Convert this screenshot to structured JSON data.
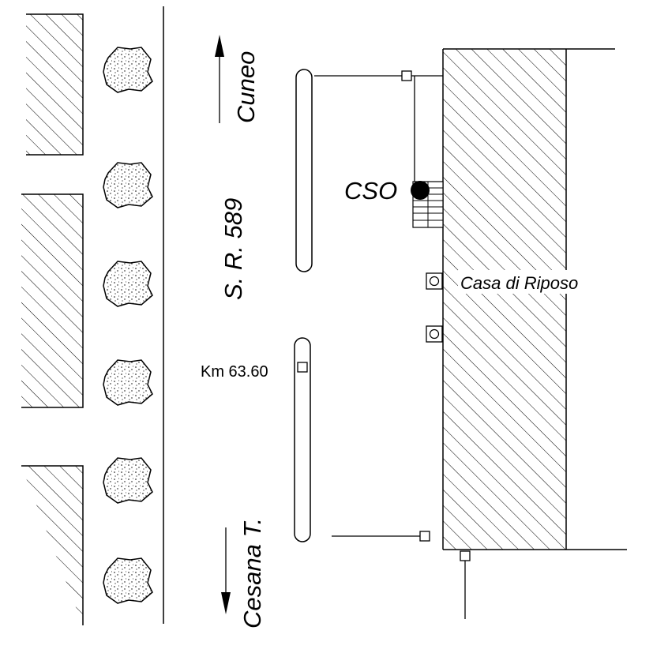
{
  "labels": {
    "direction_north": "Cuneo",
    "direction_south": "Cesana T.",
    "road_name": "S. R. 589",
    "station_code": "CSO",
    "building_name": "Casa di Riposo",
    "kilometer_marker": "Km 63.60"
  },
  "colors": {
    "ink": "#000000",
    "paper": "#ffffff"
  },
  "icons": {
    "tree": "tree-icon",
    "arrow_up": "arrow-up-icon",
    "arrow_down": "arrow-down-icon",
    "station_dot": "station-marker-icon",
    "manhole": "manhole-icon"
  }
}
